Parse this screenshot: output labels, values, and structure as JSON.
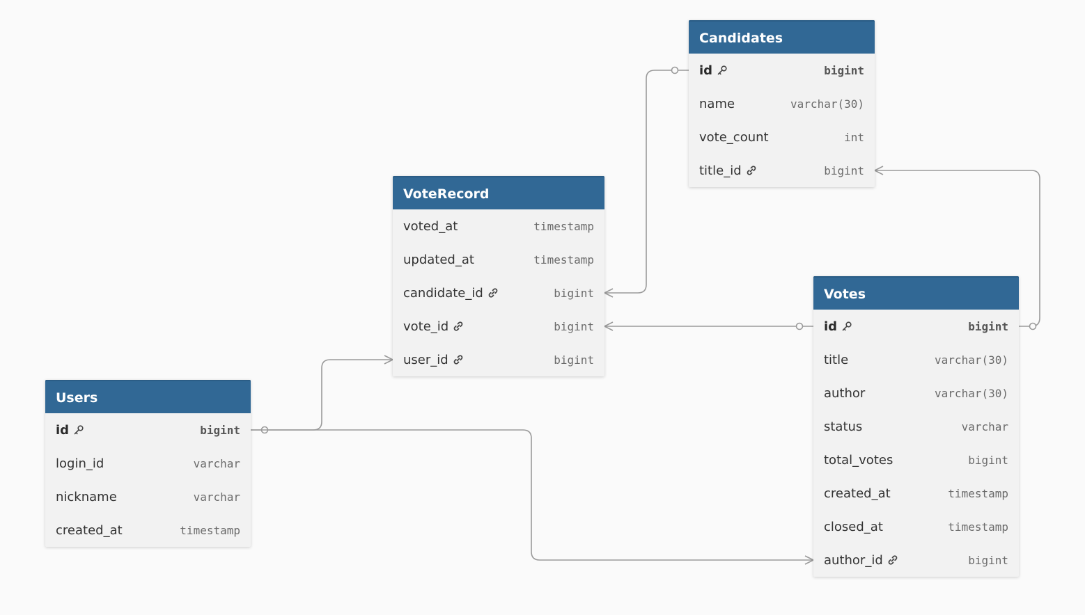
{
  "tables": {
    "candidates": {
      "title": "Candidates",
      "columns": [
        {
          "name": "id",
          "type": "bigint",
          "pk": true,
          "icon": "key-icon"
        },
        {
          "name": "name",
          "type": "varchar(30)"
        },
        {
          "name": "vote_count",
          "type": "int"
        },
        {
          "name": "title_id",
          "type": "bigint",
          "icon": "link-icon"
        }
      ]
    },
    "voterecord": {
      "title": "VoteRecord",
      "columns": [
        {
          "name": "voted_at",
          "type": "timestamp"
        },
        {
          "name": "updated_at",
          "type": "timestamp"
        },
        {
          "name": "candidate_id",
          "type": "bigint",
          "icon": "link-icon"
        },
        {
          "name": "vote_id",
          "type": "bigint",
          "icon": "link-icon"
        },
        {
          "name": "user_id",
          "type": "bigint",
          "icon": "link-icon"
        }
      ]
    },
    "votes": {
      "title": "Votes",
      "columns": [
        {
          "name": "id",
          "type": "bigint",
          "pk": true,
          "icon": "key-icon"
        },
        {
          "name": "title",
          "type": "varchar(30)"
        },
        {
          "name": "author",
          "type": "varchar(30)"
        },
        {
          "name": "status",
          "type": "varchar"
        },
        {
          "name": "total_votes",
          "type": "bigint"
        },
        {
          "name": "created_at",
          "type": "timestamp"
        },
        {
          "name": "closed_at",
          "type": "timestamp"
        },
        {
          "name": "author_id",
          "type": "bigint",
          "icon": "link-icon"
        }
      ]
    },
    "users": {
      "title": "Users",
      "columns": [
        {
          "name": "id",
          "type": "bigint",
          "pk": true,
          "icon": "key-icon"
        },
        {
          "name": "login_id",
          "type": "varchar"
        },
        {
          "name": "nickname",
          "type": "varchar"
        },
        {
          "name": "created_at",
          "type": "timestamp"
        }
      ]
    }
  },
  "relationships": [
    {
      "from": "voterecord.candidate_id",
      "to": "candidates.id",
      "from_end": "many",
      "to_end": "one-optional"
    },
    {
      "from": "candidates.title_id",
      "to": "votes.id",
      "from_end": "many",
      "to_end": "one-optional"
    },
    {
      "from": "voterecord.vote_id",
      "to": "votes.id",
      "from_end": "many",
      "to_end": "one-optional"
    },
    {
      "from": "voterecord.user_id",
      "to": "users.id",
      "from_end": "many",
      "to_end": "one-optional"
    },
    {
      "from": "votes.author_id",
      "to": "users.id",
      "from_end": "many",
      "to_end": "one-optional"
    }
  ],
  "colors": {
    "header": "#316895",
    "header_text": "#ffffff",
    "body": "#f2f2f2",
    "edge": "#9a9a9a",
    "background": "#fafafa"
  }
}
